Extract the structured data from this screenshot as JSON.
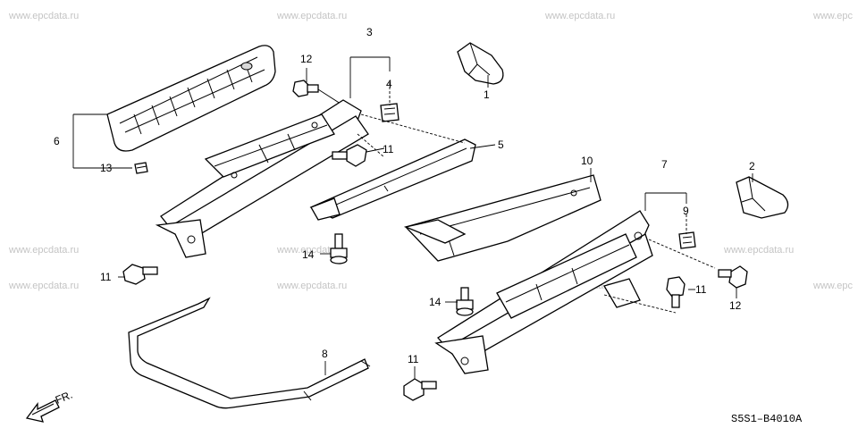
{
  "watermark": "www.epcdata.ru",
  "watermark_partial": "www.epc",
  "diagram_code": "S5S1–B4010A",
  "direction_label": "FR.",
  "callouts": {
    "c1": "1",
    "c2": "2",
    "c3": "3",
    "c4": "4",
    "c5": "5",
    "c6": "6",
    "c7": "7",
    "c8": "8",
    "c9": "9",
    "c10": "10",
    "c11": "11",
    "c12": "12",
    "c13": "13",
    "c14": "14"
  },
  "colors": {
    "line": "#000000",
    "watermark": "#c4c4c4",
    "background": "#ffffff"
  }
}
